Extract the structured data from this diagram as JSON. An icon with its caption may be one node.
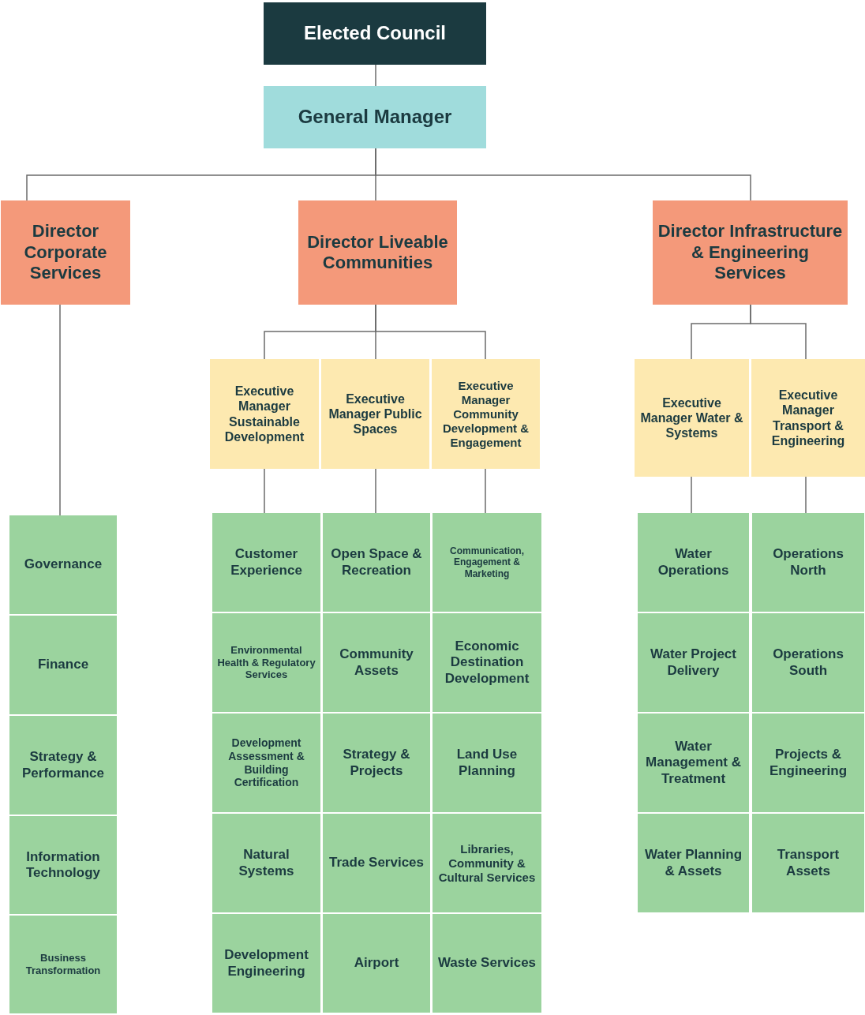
{
  "diagram": {
    "nodes": [
      {
        "text": [
          "Elected Council"
        ]
      },
      {
        "text": [
          "General Manager"
        ]
      },
      {
        "text": [
          "Director Corporate Services"
        ]
      },
      {
        "text": [
          "Director Liveable Communities"
        ]
      },
      {
        "text": [
          "Director Infrastructure & Engineering Services"
        ]
      },
      {
        "text": [
          "Executive Manager Sustainable Development"
        ]
      },
      {
        "text": [
          "Executive Manager Public Spaces"
        ]
      },
      {
        "text": [
          "Executive Manager Community Development & Engagement"
        ]
      },
      {
        "text": [
          "Executive Manager Water & Systems"
        ]
      },
      {
        "text": [
          "Executive Manager Transport & Engineering"
        ]
      },
      {
        "text": [
          "Governance"
        ]
      },
      {
        "text": [
          "Finance"
        ]
      },
      {
        "text": [
          "Strategy & Performance"
        ]
      },
      {
        "text": [
          "Information Technology"
        ]
      },
      {
        "text": [
          "Business Transformation"
        ]
      },
      {
        "text": [
          "Customer Experience"
        ]
      },
      {
        "text": [
          "Environmental Health & Regulatory Services"
        ]
      },
      {
        "text": [
          "Development Assessment & Building Certification"
        ]
      },
      {
        "text": [
          "Natural Systems"
        ]
      },
      {
        "text": [
          "Development Engineering"
        ]
      },
      {
        "text": [
          "Open Space & Recreation"
        ]
      },
      {
        "text": [
          "Community Assets"
        ]
      },
      {
        "text": [
          "Strategy & Projects"
        ]
      },
      {
        "text": [
          "Trade Services"
        ]
      },
      {
        "text": [
          "Airport"
        ]
      },
      {
        "text": [
          "Communication, Engagement & Marketing"
        ]
      },
      {
        "text": [
          "Economic Destination Development"
        ]
      },
      {
        "text": [
          "Land Use Planning"
        ]
      },
      {
        "text": [
          "Libraries, Community & Cultural Services"
        ]
      },
      {
        "text": [
          "Waste Services"
        ]
      },
      {
        "text": [
          "Water Operations"
        ]
      },
      {
        "text": [
          "Water Project Delivery"
        ]
      },
      {
        "text": [
          "Water Management & Treatment"
        ]
      },
      {
        "text": [
          "Water Planning & Assets"
        ]
      },
      {
        "text": [
          "Operations North"
        ]
      },
      {
        "text": [
          "Operations South"
        ]
      },
      {
        "text": [
          "Projects & Engineering"
        ]
      },
      {
        "text": [
          "Transport Assets"
        ]
      }
    ],
    "edges": [
      {
        "from": 0,
        "to": 1,
        "arrow": "none"
      },
      {
        "from": 1,
        "to": 2,
        "arrow": "none"
      },
      {
        "from": 1,
        "to": 3,
        "arrow": "none"
      },
      {
        "from": 1,
        "to": 4,
        "arrow": "none"
      },
      {
        "from": 3,
        "to": 5,
        "arrow": "none"
      },
      {
        "from": 3,
        "to": 6,
        "arrow": "none"
      },
      {
        "from": 3,
        "to": 7,
        "arrow": "none"
      },
      {
        "from": 4,
        "to": 8,
        "arrow": "none"
      },
      {
        "from": 4,
        "to": 9,
        "arrow": "none"
      },
      {
        "from": 2,
        "to": 10,
        "arrow": "none"
      },
      {
        "from": 5,
        "to": 15,
        "arrow": "none"
      },
      {
        "from": 6,
        "to": 20,
        "arrow": "none"
      },
      {
        "from": 7,
        "to": 25,
        "arrow": "none"
      },
      {
        "from": 8,
        "to": 30,
        "arrow": "none"
      },
      {
        "from": 9,
        "to": 34,
        "arrow": "none"
      }
    ]
  }
}
